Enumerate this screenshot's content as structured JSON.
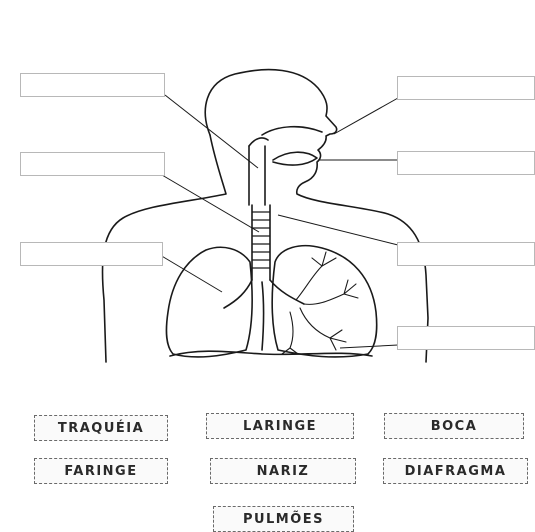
{
  "answer_boxes": [
    {
      "id": "box-1",
      "value": ""
    },
    {
      "id": "box-2",
      "value": ""
    },
    {
      "id": "box-3",
      "value": ""
    },
    {
      "id": "box-4",
      "value": ""
    },
    {
      "id": "box-5",
      "value": ""
    },
    {
      "id": "box-6",
      "value": ""
    },
    {
      "id": "box-7",
      "value": ""
    }
  ],
  "word_cards": {
    "traqueia": "TRAQUÉIA",
    "laringe": "LARINGE",
    "boca": "BOCA",
    "faringe": "FARINGE",
    "nariz": "NARIZ",
    "diafragma": "DIAFRAGMA",
    "pulmoes": "PULMÕES"
  },
  "colors": {
    "line": "#1a1a1a",
    "box_border": "#b8b8b8",
    "card_border": "#6a6a6a"
  }
}
